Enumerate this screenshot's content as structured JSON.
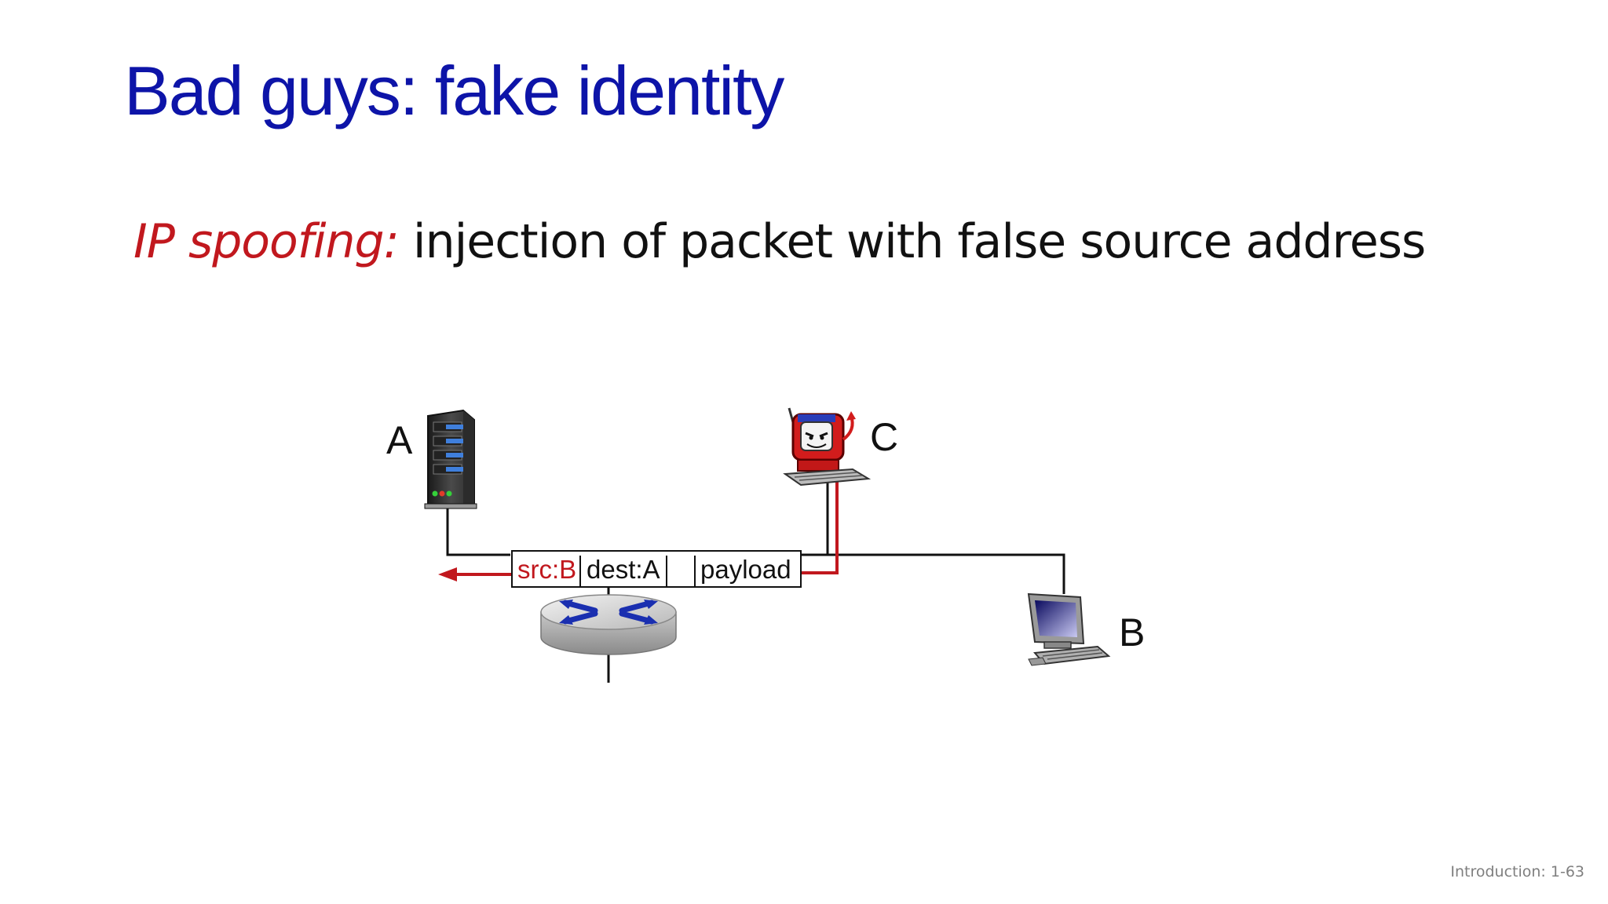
{
  "slide": {
    "title": "Bad guys:  fake identity",
    "term": "IP spoofing:",
    "description": " injection of packet with false source address",
    "footer": "Introduction: 1-63"
  },
  "diagram": {
    "hosts": {
      "A": "A",
      "B": "B",
      "C": "C"
    },
    "packet": {
      "src": "src:B",
      "dest": "dest:A",
      "payload": "payload"
    }
  },
  "colors": {
    "title": "#0d14a8",
    "spoof_red": "#c1181e",
    "text": "#111111",
    "footer": "#7f7f7f"
  },
  "icons": {
    "server": "server-icon",
    "attacker": "devil-computer-icon",
    "workstation": "desktop-computer-icon",
    "router": "router-icon"
  }
}
